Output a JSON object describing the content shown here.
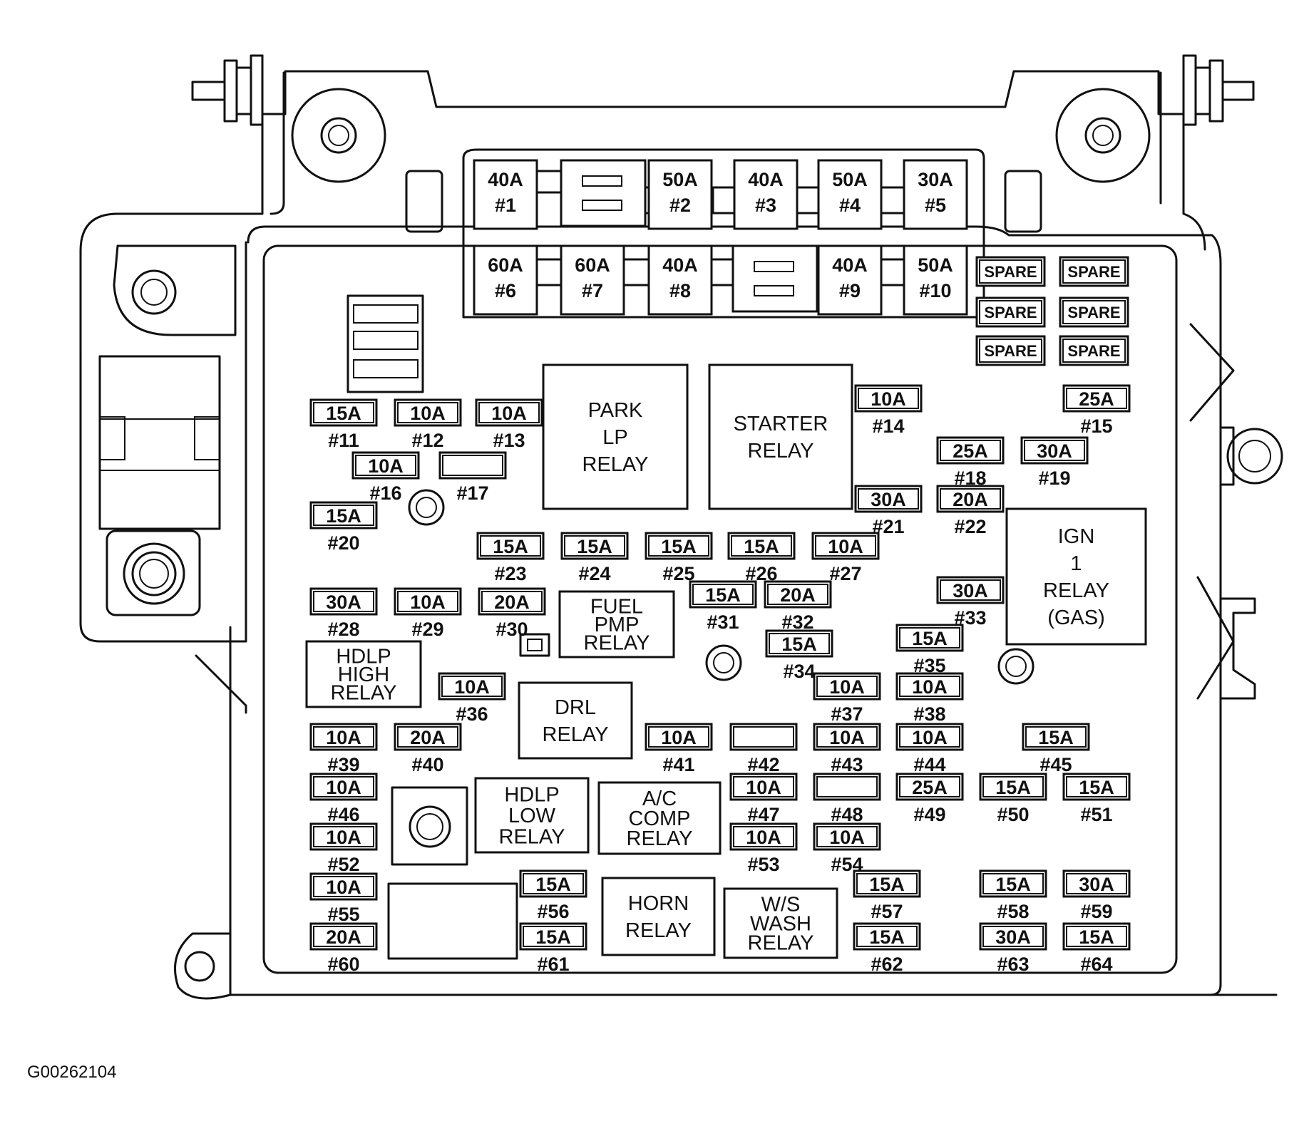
{
  "diagram_code": "G00262104",
  "large_fuses": [
    {
      "id": "f1",
      "rating": "40A",
      "number": "#1"
    },
    {
      "id": "f2",
      "rating": "50A",
      "number": "#2"
    },
    {
      "id": "f3",
      "rating": "40A",
      "number": "#3"
    },
    {
      "id": "f4",
      "rating": "50A",
      "number": "#4"
    },
    {
      "id": "f5",
      "rating": "30A",
      "number": "#5"
    },
    {
      "id": "f6",
      "rating": "60A",
      "number": "#6"
    },
    {
      "id": "f7",
      "rating": "60A",
      "number": "#7"
    },
    {
      "id": "f8",
      "rating": "40A",
      "number": "#8"
    },
    {
      "id": "f9",
      "rating": "40A",
      "number": "#9"
    },
    {
      "id": "f10",
      "rating": "50A",
      "number": "#10"
    }
  ],
  "spares": [
    "SPARE",
    "SPARE",
    "SPARE",
    "SPARE",
    "SPARE",
    "SPARE"
  ],
  "mini_fuses": [
    {
      "id": "f11",
      "rating": "15A",
      "number": "#11"
    },
    {
      "id": "f12",
      "rating": "10A",
      "number": "#12"
    },
    {
      "id": "f13",
      "rating": "10A",
      "number": "#13"
    },
    {
      "id": "f14",
      "rating": "10A",
      "number": "#14"
    },
    {
      "id": "f15",
      "rating": "25A",
      "number": "#15"
    },
    {
      "id": "f16",
      "rating": "10A",
      "number": "#16"
    },
    {
      "id": "f17",
      "rating": "",
      "number": "#17"
    },
    {
      "id": "f18",
      "rating": "25A",
      "number": "#18"
    },
    {
      "id": "f19",
      "rating": "30A",
      "number": "#19"
    },
    {
      "id": "f20",
      "rating": "15A",
      "number": "#20"
    },
    {
      "id": "f21",
      "rating": "30A",
      "number": "#21"
    },
    {
      "id": "f22",
      "rating": "20A",
      "number": "#22"
    },
    {
      "id": "f23",
      "rating": "15A",
      "number": "#23"
    },
    {
      "id": "f24",
      "rating": "15A",
      "number": "#24"
    },
    {
      "id": "f25",
      "rating": "15A",
      "number": "#25"
    },
    {
      "id": "f26",
      "rating": "15A",
      "number": "#26"
    },
    {
      "id": "f27",
      "rating": "10A",
      "number": "#27"
    },
    {
      "id": "f28",
      "rating": "30A",
      "number": "#28"
    },
    {
      "id": "f29",
      "rating": "10A",
      "number": "#29"
    },
    {
      "id": "f30",
      "rating": "20A",
      "number": "#30"
    },
    {
      "id": "f31",
      "rating": "15A",
      "number": "#31"
    },
    {
      "id": "f32",
      "rating": "20A",
      "number": "#32"
    },
    {
      "id": "f33",
      "rating": "30A",
      "number": "#33"
    },
    {
      "id": "f34",
      "rating": "15A",
      "number": "#34"
    },
    {
      "id": "f35",
      "rating": "15A",
      "number": "#35"
    },
    {
      "id": "f36",
      "rating": "10A",
      "number": "#36"
    },
    {
      "id": "f37",
      "rating": "10A",
      "number": "#37"
    },
    {
      "id": "f38",
      "rating": "10A",
      "number": "#38"
    },
    {
      "id": "f39",
      "rating": "10A",
      "number": "#39"
    },
    {
      "id": "f40",
      "rating": "20A",
      "number": "#40"
    },
    {
      "id": "f41",
      "rating": "10A",
      "number": "#41"
    },
    {
      "id": "f42",
      "rating": "",
      "number": "#42"
    },
    {
      "id": "f43",
      "rating": "10A",
      "number": "#43"
    },
    {
      "id": "f44",
      "rating": "10A",
      "number": "#44"
    },
    {
      "id": "f45",
      "rating": "15A",
      "number": "#45"
    },
    {
      "id": "f46",
      "rating": "10A",
      "number": "#46"
    },
    {
      "id": "f47",
      "rating": "10A",
      "number": "#47"
    },
    {
      "id": "f48",
      "rating": "",
      "number": "#48"
    },
    {
      "id": "f49",
      "rating": "25A",
      "number": "#49"
    },
    {
      "id": "f50",
      "rating": "15A",
      "number": "#50"
    },
    {
      "id": "f51",
      "rating": "15A",
      "number": "#51"
    },
    {
      "id": "f52",
      "rating": "10A",
      "number": "#52"
    },
    {
      "id": "f53",
      "rating": "10A",
      "number": "#53"
    },
    {
      "id": "f54",
      "rating": "10A",
      "number": "#54"
    },
    {
      "id": "f55",
      "rating": "10A",
      "number": "#55"
    },
    {
      "id": "f56",
      "rating": "15A",
      "number": "#56"
    },
    {
      "id": "f57",
      "rating": "15A",
      "number": "#57"
    },
    {
      "id": "f58",
      "rating": "15A",
      "number": "#58"
    },
    {
      "id": "f59",
      "rating": "30A",
      "number": "#59"
    },
    {
      "id": "f60",
      "rating": "20A",
      "number": "#60"
    },
    {
      "id": "f61",
      "rating": "15A",
      "number": "#61"
    },
    {
      "id": "f62",
      "rating": "15A",
      "number": "#62"
    },
    {
      "id": "f63",
      "rating": "30A",
      "number": "#63"
    },
    {
      "id": "f64",
      "rating": "15A",
      "number": "#64"
    }
  ],
  "relays": [
    {
      "id": "park",
      "lines": [
        "PARK",
        "LP",
        "RELAY"
      ]
    },
    {
      "id": "starter",
      "lines": [
        "STARTER",
        "RELAY"
      ]
    },
    {
      "id": "ign",
      "lines": [
        "IGN",
        "1",
        "RELAY",
        "(GAS)"
      ]
    },
    {
      "id": "fuel",
      "lines": [
        "FUEL",
        "PMP",
        "RELAY"
      ]
    },
    {
      "id": "hdlp_high",
      "lines": [
        "HDLP",
        "HIGH",
        "RELAY"
      ]
    },
    {
      "id": "drl",
      "lines": [
        "DRL",
        "RELAY"
      ]
    },
    {
      "id": "hdlp_low",
      "lines": [
        "HDLP",
        "LOW",
        "RELAY"
      ]
    },
    {
      "id": "ac",
      "lines": [
        "A/C",
        "COMP",
        "RELAY"
      ]
    },
    {
      "id": "horn",
      "lines": [
        "HORN",
        "RELAY"
      ]
    },
    {
      "id": "ws",
      "lines": [
        "W/S",
        "WASH",
        "RELAY"
      ]
    }
  ]
}
